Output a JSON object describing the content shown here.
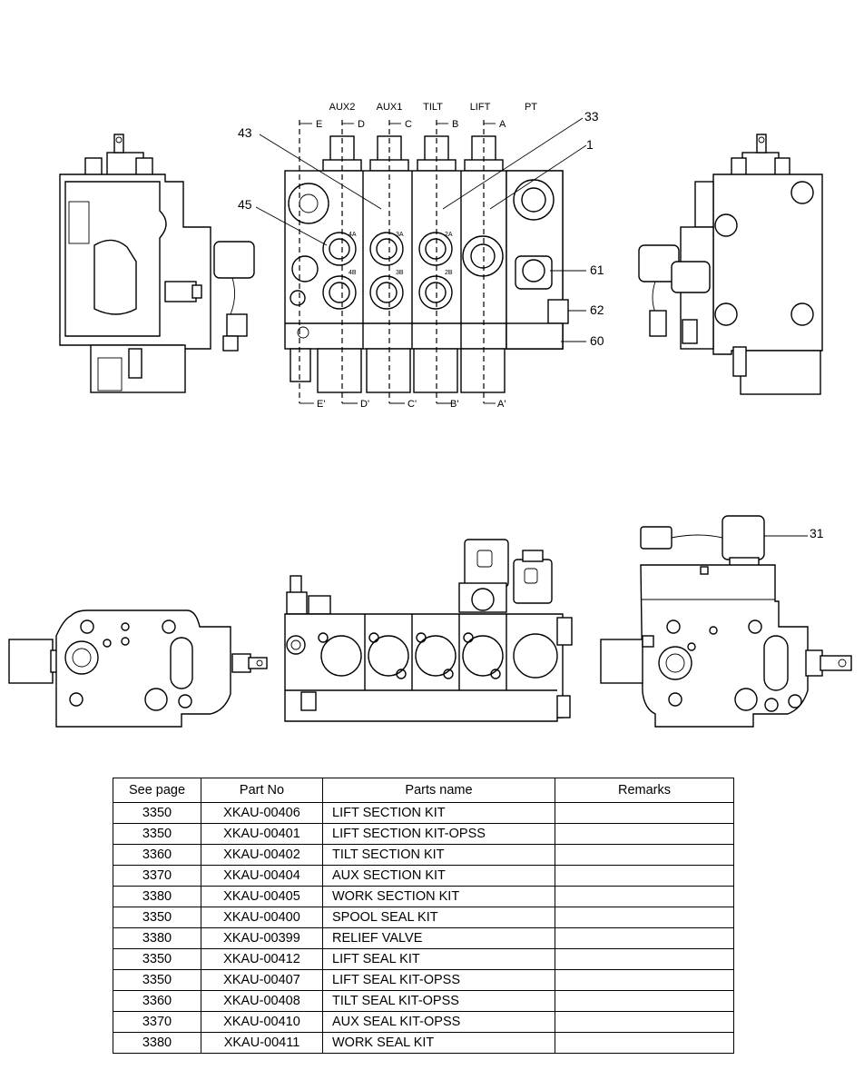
{
  "diagram": {
    "section_labels": [
      "AUX2",
      "AUX1",
      "TILT",
      "LIFT",
      "PT"
    ],
    "cut_top": [
      "E",
      "D",
      "C",
      "B",
      "A"
    ],
    "cut_bottom": [
      "E'",
      "D'",
      "C'",
      "B'",
      "A'"
    ],
    "port_labels": [
      "4A",
      "4B",
      "3A",
      "3B",
      "2A",
      "2B"
    ],
    "callouts": {
      "c43": "43",
      "c45": "45",
      "c33": "33",
      "c1": "1",
      "c61": "61",
      "c62": "62",
      "c60": "60",
      "c31": "31"
    }
  },
  "table": {
    "headers": [
      "See page",
      "Part No",
      "Parts name",
      "Remarks"
    ],
    "rows": [
      {
        "page": "3350",
        "part_no": "XKAU-00406",
        "name": "LIFT SECTION KIT",
        "remarks": ""
      },
      {
        "page": "3350",
        "part_no": "XKAU-00401",
        "name": "LIFT SECTION KIT-OPSS",
        "remarks": ""
      },
      {
        "page": "3360",
        "part_no": "XKAU-00402",
        "name": "TILT SECTION KIT",
        "remarks": ""
      },
      {
        "page": "3370",
        "part_no": "XKAU-00404",
        "name": "AUX SECTION KIT",
        "remarks": ""
      },
      {
        "page": "3380",
        "part_no": "XKAU-00405",
        "name": "WORK SECTION KIT",
        "remarks": ""
      },
      {
        "page": "3350",
        "part_no": "XKAU-00400",
        "name": "SPOOL SEAL KIT",
        "remarks": ""
      },
      {
        "page": "3380",
        "part_no": "XKAU-00399",
        "name": "RELIEF VALVE",
        "remarks": ""
      },
      {
        "page": "3350",
        "part_no": "XKAU-00412",
        "name": "LIFT SEAL KIT",
        "remarks": ""
      },
      {
        "page": "3350",
        "part_no": "XKAU-00407",
        "name": "LIFT SEAL KIT-OPSS",
        "remarks": ""
      },
      {
        "page": "3360",
        "part_no": "XKAU-00408",
        "name": "TILT SEAL KIT-OPSS",
        "remarks": ""
      },
      {
        "page": "3370",
        "part_no": "XKAU-00410",
        "name": "AUX SEAL KIT-OPSS",
        "remarks": ""
      },
      {
        "page": "3380",
        "part_no": "XKAU-00411",
        "name": "WORK SEAL KIT",
        "remarks": ""
      }
    ]
  }
}
